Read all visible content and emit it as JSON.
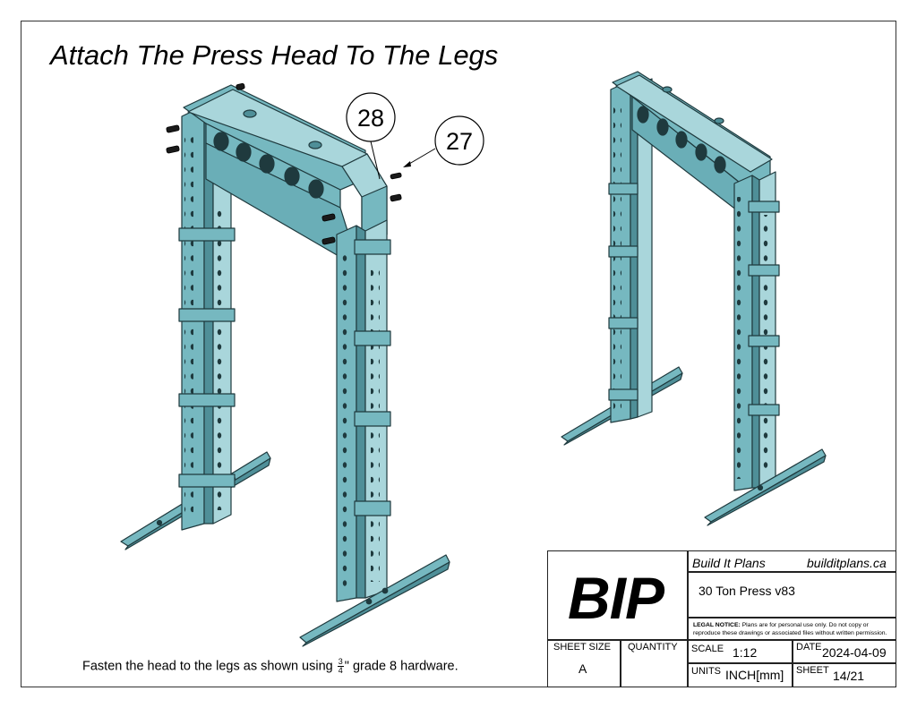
{
  "page": {
    "title": "Attach The Press Head To The Legs",
    "instruction_before": "Fasten the head to the legs as shown using",
    "instruction_frac_num": "3",
    "instruction_frac_den": "4",
    "instruction_after": "\" grade 8 hardware."
  },
  "callouts": [
    {
      "label": "28"
    },
    {
      "label": "27"
    }
  ],
  "colors": {
    "steel": "#76b8c0",
    "steel_dark": "#4f8f98",
    "steel_light": "#a9d6db",
    "outline": "#1f3a3e",
    "hardware": "#1a1a1a"
  },
  "title_block": {
    "logo": "BIP",
    "company": "Build It Plans",
    "website": "builditplans.ca",
    "project": "30 Ton Press v83",
    "legal_label": "LEGAL NOTICE:",
    "legal_text": "Plans are for personal use only. Do not copy or reproduce these drawings or associated files without written permission.",
    "sheet_size_label": "SHEET SIZE",
    "sheet_size_value": "A",
    "quantity_label": "QUANTITY",
    "quantity_value": "",
    "scale_label": "SCALE",
    "scale_value": "1:12",
    "date_label": "DATE",
    "date_value": "2024-04-09",
    "units_label": "UNITS",
    "units_value": "INCH[mm]",
    "sheet_label": "SHEET",
    "sheet_value": "14/21"
  }
}
